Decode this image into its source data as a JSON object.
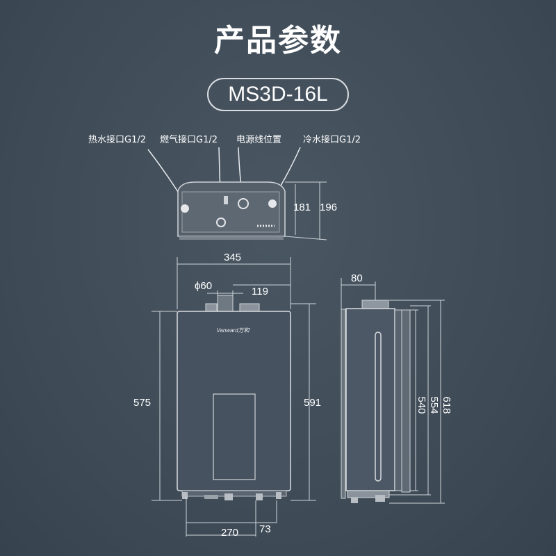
{
  "header": {
    "title": "产品参数",
    "model": "MS3D-16L"
  },
  "top_view": {
    "labels": {
      "hot_water": "热水接口G1/2",
      "gas": "燃气接口G1/2",
      "power": "电源线位置",
      "cold_water": "冷水接口G1/2"
    },
    "dims": {
      "depth_inner": "181",
      "depth_outer": "196"
    }
  },
  "front_view": {
    "brand": "Vanward万和",
    "dims": {
      "width": "345",
      "flue_diameter": "ϕ60",
      "flue_offset": "119",
      "height_body": "575",
      "height_total": "591",
      "pipe_spacing": "270",
      "pipe_offset": "73"
    }
  },
  "side_view": {
    "dims": {
      "flue_depth": "80",
      "h1": "540",
      "h2": "554",
      "h3": "618"
    }
  }
}
